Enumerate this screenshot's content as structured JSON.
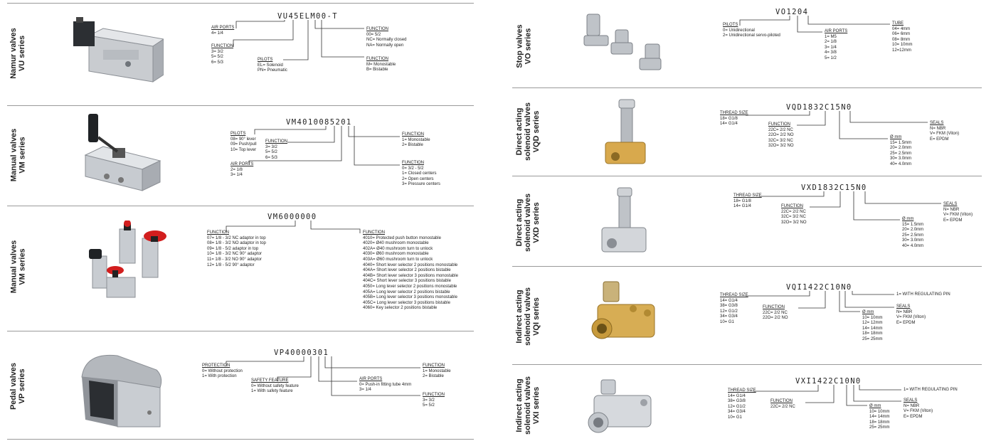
{
  "left": {
    "sections": [
      {
        "title": [
          "Namur valves",
          "VU series"
        ],
        "code": "VU45ELM00-T",
        "image": "namur-valve-image",
        "groups": [
          {
            "label": "AIR PORTS",
            "options": [
              "4= 1/4"
            ]
          },
          {
            "label": "FUNCTION",
            "options": [
              "3= 3/2",
              "5= 5/2",
              "6= 5/3"
            ]
          },
          {
            "label": "PILOTS",
            "options": [
              "EL= Solenoid",
              "PN= Pneumatic"
            ]
          },
          {
            "label": "FUNCTION",
            "options": [
              "00= 5/2",
              "NC= Normally closed",
              "NA= Normally open"
            ]
          },
          {
            "label": "FUNCTION",
            "options": [
              "M= Monostable",
              "B= Bistable"
            ]
          }
        ]
      },
      {
        "title": [
          "Manual valves",
          "VM series"
        ],
        "code": "VM4010085201",
        "image": "manual-lever-valve-image",
        "groups": [
          {
            "label": "PILOTS",
            "options": [
              "08= 90° lever",
              "09= Push/pull",
              "10= Top lever"
            ]
          },
          {
            "label": "FUNCTION",
            "options": [
              "3= 3/2",
              "5= 5/2",
              "6= 5/3"
            ]
          },
          {
            "label": "AIR PORTS",
            "options": [
              "2= 1/8",
              "3= 1/4"
            ]
          },
          {
            "label": "FUNCTION",
            "options": [
              "1= Monostable",
              "2= Bistable"
            ]
          },
          {
            "label": "FUNCTION",
            "options": [
              "0= 3/2 - 5/2",
              "1= Closed centers",
              "2= Open centers",
              "3= Pressure centers"
            ]
          }
        ]
      },
      {
        "title": [
          "Manual valves",
          "VM series"
        ],
        "code": "VM6000000",
        "image": "manual-mushroom-valves-image",
        "groups": [
          {
            "label": "FUNCTION",
            "options": [
              "07= 1/8 - 3/2 NC adaptor in top",
              "08= 1/8 - 3/2 NO adaptor in top",
              "09= 1/8 - 5/2 adaptor in top",
              "10= 1/8 - 3/2 NC 90° adaptor",
              "11= 1/8 - 3/2 NO 90° adaptor",
              "12= 1/8 - 5/2 90° adaptor"
            ]
          },
          {
            "label": "FUNCTION",
            "options": [
              "4010= Protected push button monostable",
              "4020= Ø40 mushroom monostable",
              "402A= Ø40 mushroom turn to unlock",
              "4030= Ø60 mushroom monostable",
              "403A= Ø60 mushroom turn to unlock",
              "4040= Short lever selector 2 positions monostable",
              "404A= Short lever selector 2 positions bistable",
              "404B= Short lever selector 3 positions monostable",
              "404C= Short lever selector 3 positions bistable",
              "4050= Long lever selector 2 positions monostable",
              "405A= Long lever selector 2 positions bistable",
              "405B= Long lever selector 3 positions monostable",
              "405C= Long lever selector 3 positions bistable",
              "4060= Key selector 2 positions bistable"
            ]
          }
        ]
      },
      {
        "title": [
          "Pedal valves",
          "VP series"
        ],
        "code": "VP40000301",
        "image": "pedal-valve-image",
        "groups": [
          {
            "label": "PROTECTION",
            "options": [
              "0= Without protection",
              "1= With protection"
            ]
          },
          {
            "label": "SAFETY FEATURE",
            "options": [
              "0= Without safety feature",
              "1= With safety feature"
            ]
          },
          {
            "label": "AIR PORTS",
            "options": [
              "0= Push-in fitting tube 4mm",
              "3= 1/4"
            ]
          },
          {
            "label": "FUNCTION",
            "options": [
              "1= Monostable",
              "2= Bistable"
            ]
          },
          {
            "label": "FUNCTION",
            "options": [
              "3= 3/2",
              "5= 5/2"
            ]
          }
        ]
      }
    ]
  },
  "right": {
    "sections": [
      {
        "title": [
          "Stop valves",
          "VO series"
        ],
        "code": "VO1204",
        "image": "stop-valves-image",
        "groups": [
          {
            "label": "PILOTS",
            "options": [
              "0= Unidirectional",
              "2= Unidirectional servo-piloted"
            ]
          },
          {
            "label": "AIR PORTS",
            "options": [
              "1= M5",
              "2= 1/8",
              "3= 1/4",
              "4= 3/8",
              "5= 1/2"
            ]
          },
          {
            "label": "TUBE",
            "options": [
              "04= 4mm",
              "06= 6mm",
              "08= 8mm",
              "10= 10mm",
              "12=12mm"
            ]
          }
        ]
      },
      {
        "title": [
          "Direct acting",
          "solenoid valves",
          "VQD series"
        ],
        "code": "VQD1832C15N0",
        "image": "brass-solenoid-valve-image",
        "groups": [
          {
            "label": "THREAD SIZE",
            "options": [
              "18= G1/8",
              "14= G1/4"
            ]
          },
          {
            "label": "FUNCTION",
            "options": [
              "22C= 2/2 NC",
              "22O= 2/2 NO",
              "32C= 3/2 NC",
              "32O= 3/2 NO"
            ]
          },
          {
            "label": "Ø mm",
            "options": [
              "15= 1.5mm",
              "20= 2.0mm",
              "25= 2.5mm",
              "30= 3.0mm",
              "40= 4.0mm"
            ]
          },
          {
            "label": "SEALS",
            "options": [
              "N= NBR",
              "V= FKM (Viton)",
              "E= EPDM"
            ]
          }
        ]
      },
      {
        "title": [
          "Direct acting",
          "solenoid valves",
          "VXD series"
        ],
        "code": "VXD1832C15N0",
        "image": "steel-solenoid-valve-image",
        "groups": [
          {
            "label": "THREAD SIZE",
            "options": [
              "18= G1/8",
              "14= G1/4"
            ]
          },
          {
            "label": "FUNCTION",
            "options": [
              "22C= 2/2 NC",
              "32C= 3/2 NC",
              "32O= 3/2 NO"
            ]
          },
          {
            "label": "Ø mm",
            "options": [
              "15= 1.5mm",
              "20= 2.0mm",
              "25= 2.5mm",
              "30= 3.0mm",
              "40= 4.0mm"
            ]
          },
          {
            "label": "SEALS",
            "options": [
              "N= NBR",
              "V= FKM (Viton)",
              "E= EPDM"
            ]
          }
        ]
      },
      {
        "title": [
          "Indirect acting",
          "solenoid valves",
          "VQI series"
        ],
        "code": "VQI1422C10N0",
        "image": "brass-indirect-valve-image",
        "groups": [
          {
            "label": "THREAD SIZE",
            "options": [
              "14= G1/4",
              "38= G3/8",
              "12= G1/2",
              "34= G3/4",
              "10= G1"
            ]
          },
          {
            "label": "FUNCTION",
            "options": [
              "22C= 2/2 NC",
              "22O= 2/2 NO"
            ]
          },
          {
            "label": "Ø mm",
            "options": [
              "10= 10mm",
              "12= 12mm",
              "14= 14mm",
              "18= 18mm",
              "25= 25mm"
            ]
          },
          {
            "label": "SEALS",
            "options": [
              "N= NBR",
              "V= FKM (Viton)",
              "E= EPDM"
            ]
          },
          {
            "label": "",
            "options": [
              "1= WITH REGULATING PIN"
            ]
          }
        ]
      },
      {
        "title": [
          "Indirect acting",
          "solenoid valves",
          "VXI series"
        ],
        "code": "VXI1422C10N0",
        "image": "steel-indirect-valve-image",
        "groups": [
          {
            "label": "THREAD SIZE",
            "options": [
              "14= G1/4",
              "38= G3/8",
              "12= G1/2",
              "34= G3/4",
              "10= G1"
            ]
          },
          {
            "label": "FUNCTION",
            "options": [
              "22C= 2/2 NC"
            ]
          },
          {
            "label": "Ø mm",
            "options": [
              "10= 10mm",
              "14= 14mm",
              "18= 18mm",
              "25= 25mm"
            ]
          },
          {
            "label": "SEALS",
            "options": [
              "N= NBR",
              "V= FKM (Viton)",
              "E= EPDM"
            ]
          },
          {
            "label": "",
            "options": [
              "1= WITH REGULATING PIN"
            ]
          }
        ]
      }
    ]
  }
}
